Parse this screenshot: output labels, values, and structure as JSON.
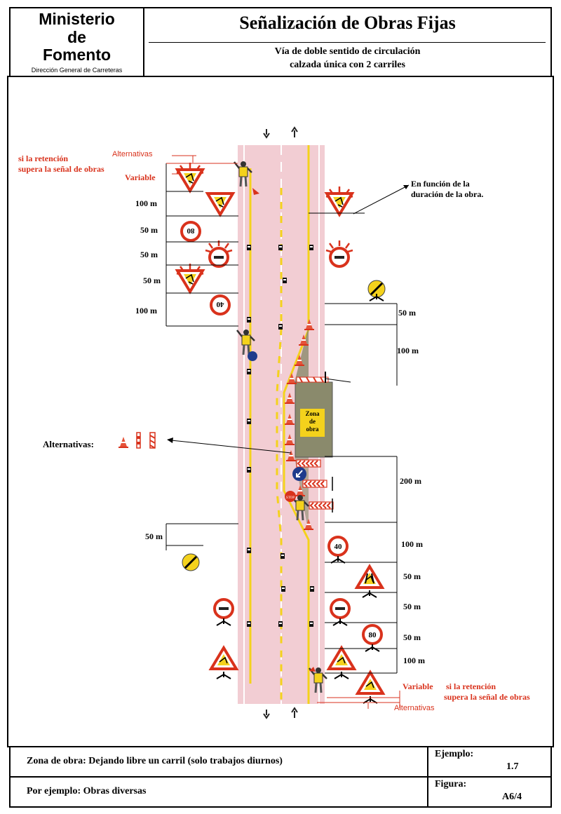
{
  "header": {
    "ministry_line1": "Ministerio",
    "ministry_line2": "de",
    "ministry_line3": "Fomento",
    "directorate": "Dirección General de Carreteras",
    "title": "Señalización de Obras Fijas",
    "subtitle_line1": "Vía de doble sentido de circulación",
    "subtitle_line2": "calzada única con 2 carriles"
  },
  "diagram": {
    "top_note_line1": "si la retención",
    "top_note_line2": "supera la señal de obras",
    "top_alternativas": "Alternativas",
    "top_variable": "Variable",
    "left_distances": [
      "100 m",
      "50 m",
      "50 m",
      "50 m",
      "100 m"
    ],
    "right_upper_distances": [
      "50 m",
      "100 m"
    ],
    "duration_note_line1": "En función de la",
    "duration_note_line2": "duración de la obra.",
    "work_zone_line1": "Zona",
    "work_zone_line2": "de",
    "work_zone_line3": "obra",
    "alternativas_label": "Alternativas:",
    "middle_distance": "200 m",
    "left_lower_distance": "50 m",
    "right_lower_distances": [
      "100 m",
      "50 m",
      "50 m",
      "50 m",
      "100 m"
    ],
    "bottom_variable": "Variable",
    "bottom_note_line1": "si la retención",
    "bottom_note_line2": "supera la señal de obras",
    "bottom_alternativas": "Alternativas",
    "sign_speed_40": "40",
    "sign_speed_80": "80",
    "stop_text": "STOP",
    "colors": {
      "accent_red": "#d9321c",
      "road_pink": "#f2cdd3",
      "lane_yellow": "#f4d21c",
      "work_zone": "#8a8a6c"
    }
  },
  "footer": {
    "description": "Zona de obra: Dejando libre un carril (solo trabajos diurnos)",
    "example_label": "Ejemplo:",
    "example_value": "1.7",
    "example_text": "Por ejemplo: Obras diversas",
    "figure_label": "Figura:",
    "figure_value": "A6/4"
  }
}
